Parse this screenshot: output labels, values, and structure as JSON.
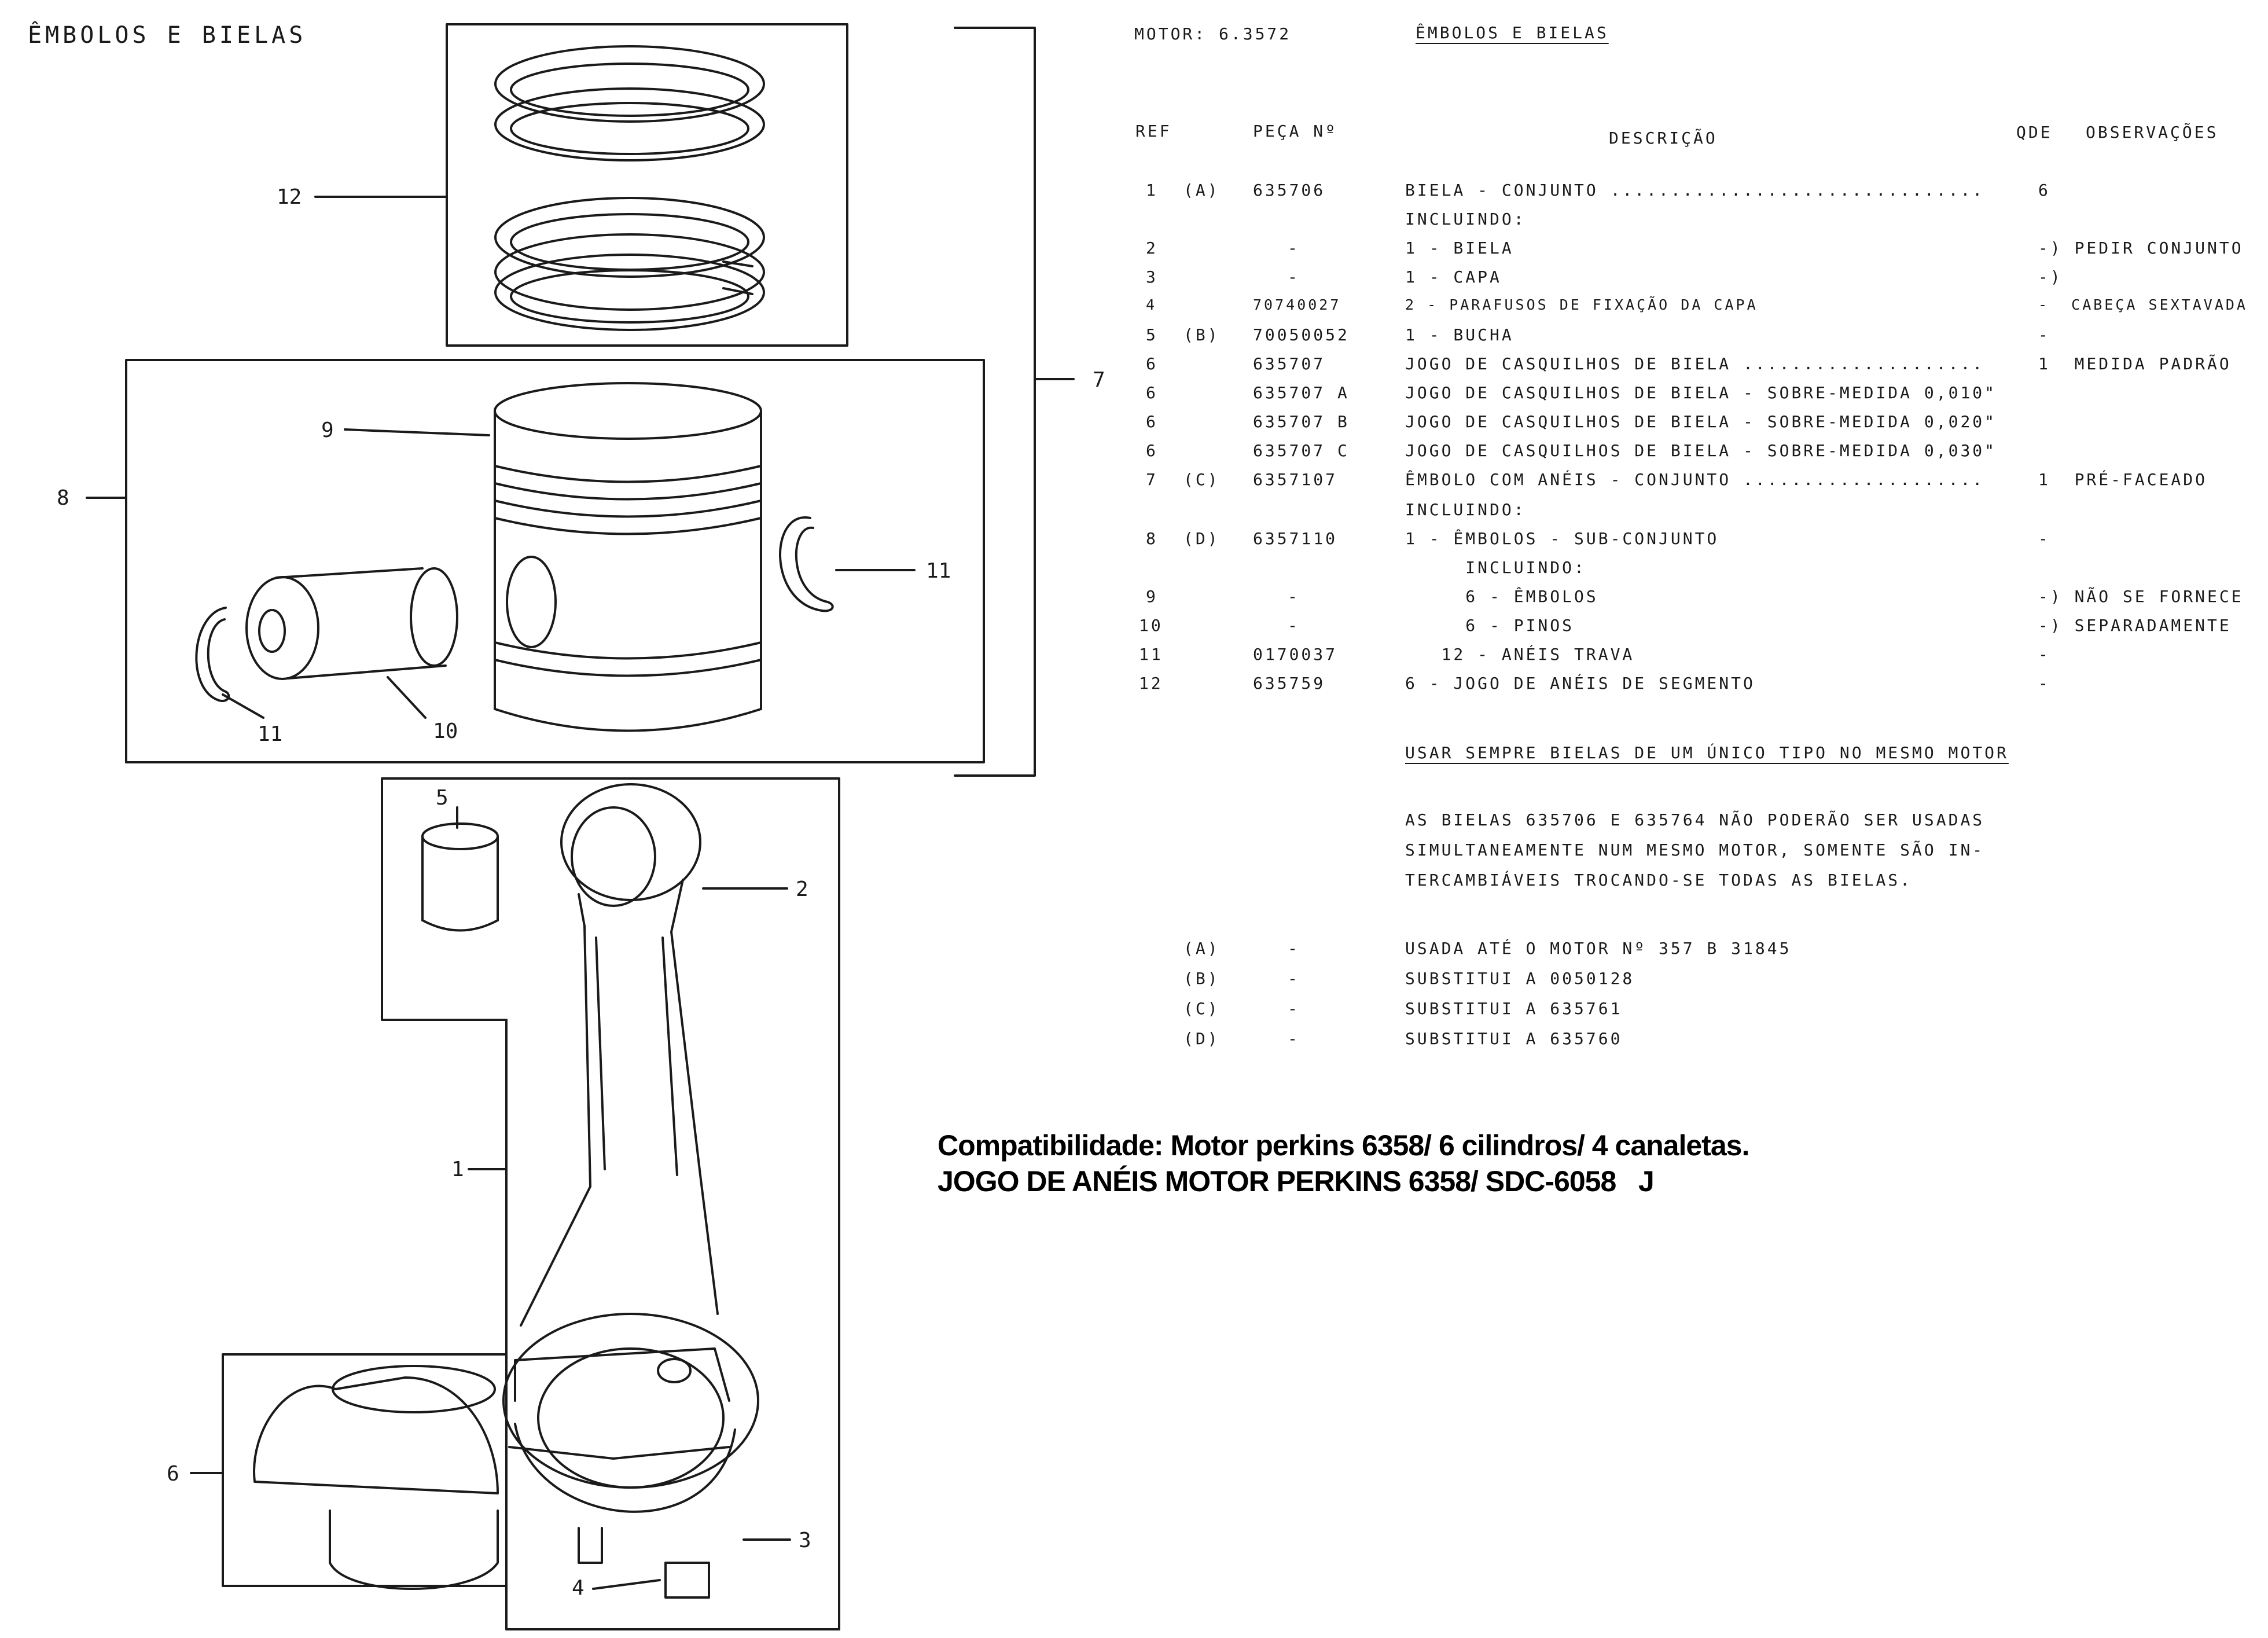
{
  "page_title": "ÊMBOLOS E BIELAS",
  "diagram": {
    "callouts": [
      "1",
      "2",
      "3",
      "4",
      "5",
      "6",
      "7",
      "8",
      "9",
      "10",
      "11",
      "11",
      "12"
    ]
  },
  "table": {
    "motor": "MOTOR: 6.3572",
    "title": "ÊMBOLOS E BIELAS",
    "headers": {
      "ref": "REF",
      "peca": "PEÇA Nº",
      "desc": "DESCRIÇÃO",
      "qde": "QDE",
      "obs": "OBSERVAÇÕES"
    },
    "rows": [
      {
        "ref": "1",
        "note": "(A)",
        "peca": "635706",
        "desc": "BIELA - CONJUNTO ...............................",
        "qde": "6",
        "obs": ""
      },
      {
        "ref": "",
        "note": "",
        "peca": "",
        "desc": "INCLUINDO:",
        "qde": "",
        "obs": ""
      },
      {
        "ref": "2",
        "note": "",
        "peca": "-",
        "desc": "1 - BIELA",
        "qde": "",
        "obs": "-) PEDIR CONJUNTO"
      },
      {
        "ref": "3",
        "note": "",
        "peca": "-",
        "desc": "1 - CAPA",
        "qde": "",
        "obs": "-)"
      },
      {
        "ref": "4",
        "note": "",
        "peca": "70740027",
        "desc": "2 - PARAFUSOS DE FIXAÇÃO DA CAPA",
        "qde": "",
        "obs": "-  CABEÇA SEXTAVADA"
      },
      {
        "ref": "5",
        "note": "(B)",
        "peca": "70050052",
        "desc": "1 - BUCHA",
        "qde": "",
        "obs": "-"
      },
      {
        "ref": "6",
        "note": "",
        "peca": "635707",
        "desc": "JOGO DE CASQUILHOS DE BIELA ....................",
        "qde": "",
        "obs": "1  MEDIDA PADRÃO"
      },
      {
        "ref": "6",
        "note": "",
        "peca": "635707 A",
        "desc": "JOGO DE CASQUILHOS DE BIELA - SOBRE-MEDIDA 0,010\"",
        "qde": "",
        "obs": ""
      },
      {
        "ref": "6",
        "note": "",
        "peca": "635707 B",
        "desc": "JOGO DE CASQUILHOS DE BIELA - SOBRE-MEDIDA 0,020\"",
        "qde": "",
        "obs": ""
      },
      {
        "ref": "6",
        "note": "",
        "peca": "635707 C",
        "desc": "JOGO DE CASQUILHOS DE BIELA - SOBRE-MEDIDA 0,030\"",
        "qde": "",
        "obs": ""
      },
      {
        "ref": "7",
        "note": "(C)",
        "peca": "6357107",
        "desc": "ÊMBOLO COM ANÉIS - CONJUNTO ....................",
        "qde": "",
        "obs": "1  PRÉ-FACEADO"
      },
      {
        "ref": "",
        "note": "",
        "peca": "",
        "desc": "INCLUINDO:",
        "qde": "",
        "obs": ""
      },
      {
        "ref": "8",
        "note": "(D)",
        "peca": "6357110",
        "desc": "1 - ÊMBOLOS - SUB-CONJUNTO",
        "qde": "",
        "obs": "-"
      },
      {
        "ref": "",
        "note": "",
        "peca": "",
        "desc": "     INCLUINDO:",
        "qde": "",
        "obs": ""
      },
      {
        "ref": "9",
        "note": "",
        "peca": "-",
        "desc": "     6 - ÊMBOLOS",
        "qde": "",
        "obs": "-) NÃO SE FORNECE"
      },
      {
        "ref": "10",
        "note": "",
        "peca": "-",
        "desc": "     6 - PINOS",
        "qde": "",
        "obs": "-) SEPARADAMENTE"
      },
      {
        "ref": "11",
        "note": "",
        "peca": "0170037",
        "desc": "   12 - ANÉIS TRAVA",
        "qde": "",
        "obs": "-"
      },
      {
        "ref": "12",
        "note": "",
        "peca": "635759",
        "desc": "6 - JOGO DE ANÉIS DE SEGMENTO",
        "qde": "",
        "obs": "-"
      }
    ],
    "usar_note": "USAR SEMPRE BIELAS DE UM ÚNICO TIPO NO MESMO MOTOR",
    "paragraph": [
      "AS BIELAS 635706 E 635764 NÃO PODERÃO SER USADAS",
      "SIMULTANEAMENTE NUM MESMO MOTOR, SOMENTE SÃO IN-",
      "TERCAMBIÁVEIS TROCANDO-SE TODAS AS BIELAS."
    ],
    "footnotes": [
      {
        "letter": "(A)",
        "dash": "-",
        "text": "USADA ATÉ O MOTOR Nº 357 B 31845"
      },
      {
        "letter": "(B)",
        "dash": "-",
        "text": "SUBSTITUI A 0050128"
      },
      {
        "letter": "(C)",
        "dash": "-",
        "text": "SUBSTITUI A 635761"
      },
      {
        "letter": "(D)",
        "dash": "-",
        "text": "SUBSTITUI A 635760"
      }
    ]
  },
  "compat": {
    "line1": "Compatibilidade: Motor perkins 6358/ 6 cilindros/ 4 canaletas.",
    "line2": "JOGO DE ANÉIS MOTOR PERKINS 6358/ SDC-6058   J"
  }
}
